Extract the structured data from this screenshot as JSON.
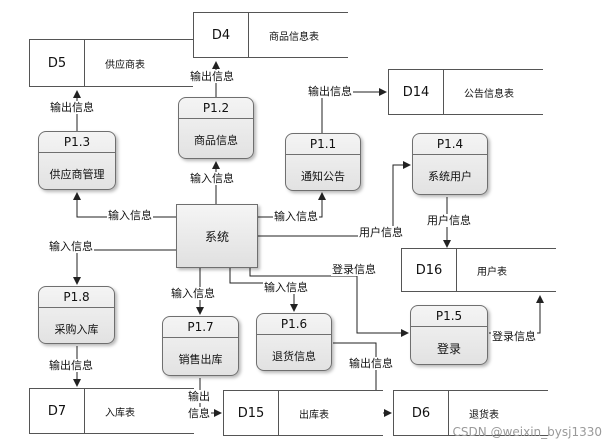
{
  "processes": {
    "p11": {
      "id": "P1.1",
      "name": "通知公告"
    },
    "p12": {
      "id": "P1.2",
      "name": "商品信息"
    },
    "p13": {
      "id": "P1.3",
      "name": "供应商管理"
    },
    "p14": {
      "id": "P1.4",
      "name": "系统用户"
    },
    "p15": {
      "id": "P1.5",
      "name": "登录"
    },
    "p16": {
      "id": "P1.6",
      "name": "退货信息"
    },
    "p17": {
      "id": "P1.7",
      "name": "销售出库"
    },
    "p18": {
      "id": "P1.8",
      "name": "采购入库"
    }
  },
  "central": {
    "name": "系统"
  },
  "stores": {
    "d4": {
      "id": "D4",
      "name": "商品信息表"
    },
    "d5": {
      "id": "D5",
      "name": "供应商表"
    },
    "d14": {
      "id": "D14",
      "name": "公告信息表"
    },
    "d16": {
      "id": "D16",
      "name": "用户表"
    },
    "d7": {
      "id": "D7",
      "name": "入库表"
    },
    "d15": {
      "id": "D15",
      "name": "出库表"
    },
    "d6": {
      "id": "D6",
      "name": "退货表"
    }
  },
  "flows": {
    "p12_to_d4": "输出信息",
    "p13_to_d5": "输出信息",
    "p11_to_d14": "输出信息",
    "sys_to_p12": "输入信息",
    "sys_to_p13": "输入信息",
    "sys_to_p11": "输入信息",
    "sys_to_p14": "用户信息",
    "p14_to_d16": "用户信息",
    "sys_to_p18": "输入信息",
    "sys_to_p17": "输入信息",
    "sys_to_p16": "输入信息",
    "sys_to_p15": "登录信息",
    "p15_to_d16": "登录信息",
    "p18_to_d7": "输出信息",
    "p17_to_d15_a": "输出",
    "p17_to_d15_b": "信息",
    "p16_to_d6": "输出信息"
  },
  "watermark": "CSDN @weixin_bysj1330"
}
